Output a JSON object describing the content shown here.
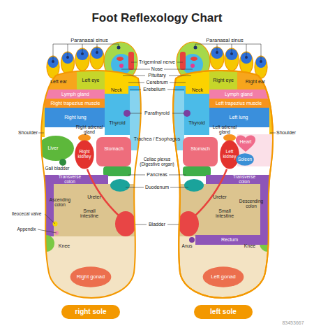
{
  "diagram": {
    "title": "Foot Reflexology Chart",
    "nodes": [
      {
        "text": [
          "Neck"
        ]
      },
      {
        "text": [
          "Neck"
        ]
      },
      {
        "text": [
          "Heart"
        ]
      },
      {
        "text": [
          "Right kidney"
        ]
      },
      {
        "text": [
          "Left kidney"
        ]
      },
      {
        "text": [
          "Soleen"
        ]
      },
      {
        "text": [
          "Right gonad"
        ]
      },
      {
        "text": [
          "Left gonad"
        ]
      },
      {
        "text": [
          "right sole"
        ]
      },
      {
        "text": [
          "left sole"
        ]
      }
    ],
    "labels": [
      "Paranasal sinus",
      "Paranasal sinus",
      "Trigeminal nerve",
      "Nose",
      "Pituitary",
      "Left eye",
      "Right eye",
      "Cerebrum",
      "Erebelium",
      "Left ear",
      "Right ear",
      "Lymph gland",
      "Lymph gland",
      "Right trapezius muscle",
      "Left trapezius muscle",
      "Parathyroid",
      "Right lung",
      "Left lung",
      "Thyroid",
      "Thyroid",
      "Shoulder",
      "Shoulder",
      "Right adrenal gland",
      "Left adrenal gland",
      "Trachea / Esophagus",
      "Liver",
      "Stomach",
      "Stomach",
      "Celiac plexus (Digestive organ)",
      "Gall bladder",
      "Pancreas",
      "Transverse colon",
      "Transverse colon",
      "Duodenum",
      "Ureter",
      "Ureter",
      "Ascending colon",
      "Descending colon",
      "Small intestine",
      "Small intestine",
      "Ileocecal valve",
      "Bladder",
      "Appendix",
      "Anus",
      "Rectum",
      "Knee",
      "Knee",
      "83453667"
    ]
  }
}
